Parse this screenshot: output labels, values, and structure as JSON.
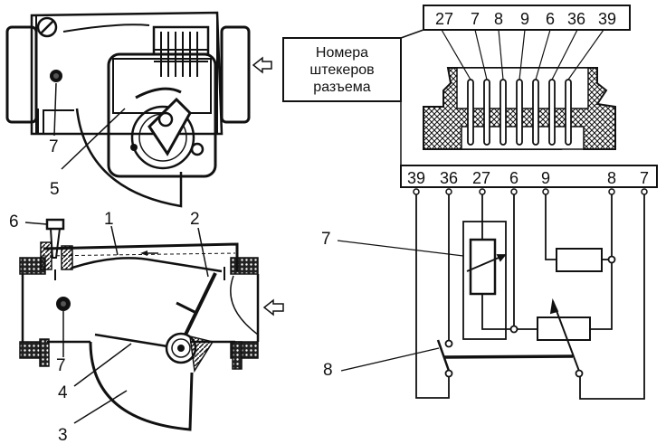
{
  "figure": {
    "top_view": {
      "callouts": [
        {
          "id": "callout-7-top",
          "text": "7"
        },
        {
          "id": "callout-5",
          "text": "5"
        }
      ]
    },
    "section_view": {
      "callouts": [
        {
          "id": "callout-6",
          "text": "6"
        },
        {
          "id": "callout-1",
          "text": "1"
        },
        {
          "id": "callout-2",
          "text": "2"
        },
        {
          "id": "callout-7-section",
          "text": "7"
        },
        {
          "id": "callout-4",
          "text": "4"
        },
        {
          "id": "callout-3",
          "text": "3"
        }
      ]
    },
    "connector": {
      "caption_lines": [
        "Номера",
        "штекеров",
        "разъема"
      ],
      "top_pins": [
        "27",
        "7",
        "8",
        "9",
        "6",
        "36",
        "39"
      ],
      "bottom_pins": [
        "39",
        "36",
        "27",
        "6",
        "9",
        "8",
        "7"
      ]
    },
    "circuit": {
      "callouts": [
        {
          "id": "callout-7-circuit",
          "text": "7"
        },
        {
          "id": "callout-8-circuit",
          "text": "8"
        }
      ]
    },
    "colors": {
      "ink": "#111111",
      "paper": "#ffffff"
    }
  }
}
